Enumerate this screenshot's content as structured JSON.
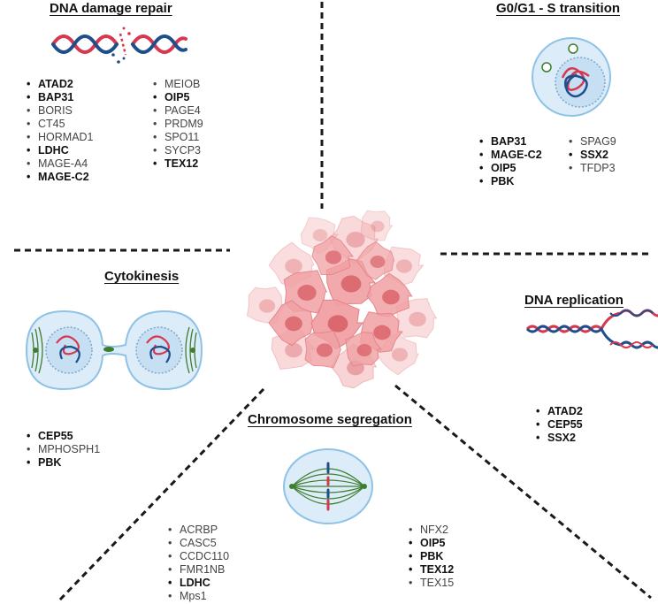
{
  "sections": {
    "dna_damage_repair": {
      "title": "DNA damage repair",
      "genes_col1": [
        {
          "name": "ATAD2",
          "bold": true
        },
        {
          "name": "BAP31",
          "bold": true
        },
        {
          "name": "BORIS",
          "bold": false
        },
        {
          "name": "CT45",
          "bold": false
        },
        {
          "name": "HORMAD1",
          "bold": false
        },
        {
          "name": "LDHC",
          "bold": true
        },
        {
          "name": "MAGE-A4",
          "bold": false
        },
        {
          "name": "MAGE-C2",
          "bold": true
        }
      ],
      "genes_col2": [
        {
          "name": "MEIOB",
          "bold": false
        },
        {
          "name": "OIP5",
          "bold": true
        },
        {
          "name": "PAGE4",
          "bold": false
        },
        {
          "name": "PRDM9",
          "bold": false
        },
        {
          "name": "SPO11",
          "bold": false
        },
        {
          "name": "SYCP3",
          "bold": false
        },
        {
          "name": "TEX12",
          "bold": true
        }
      ]
    },
    "g0g1_s_transition": {
      "title": "G0/G1 - S transition",
      "genes_col1": [
        {
          "name": "BAP31",
          "bold": true
        },
        {
          "name": "MAGE-C2",
          "bold": true
        },
        {
          "name": "OIP5",
          "bold": true
        },
        {
          "name": "PBK",
          "bold": true
        }
      ],
      "genes_col2": [
        {
          "name": "SPAG9",
          "bold": false
        },
        {
          "name": "SSX2",
          "bold": true
        },
        {
          "name": "TFDP3",
          "bold": false
        }
      ]
    },
    "cytokinesis": {
      "title": "Cytokinesis",
      "genes": [
        {
          "name": "CEP55",
          "bold": true
        },
        {
          "name": "MPHOSPH1",
          "bold": false
        },
        {
          "name": "PBK",
          "bold": true
        }
      ]
    },
    "dna_replication": {
      "title": "DNA replication",
      "genes": [
        {
          "name": "ATAD2",
          "bold": true
        },
        {
          "name": "CEP55",
          "bold": true
        },
        {
          "name": "SSX2",
          "bold": true
        }
      ]
    },
    "chromosome_segregation": {
      "title": "Chromosome segregation",
      "genes_col1": [
        {
          "name": "ACRBP",
          "bold": false
        },
        {
          "name": "CASC5",
          "bold": false
        },
        {
          "name": "CCDC110",
          "bold": false
        },
        {
          "name": "FMR1NB",
          "bold": false
        },
        {
          "name": "LDHC",
          "bold": true
        },
        {
          "name": "Mps1",
          "bold": false
        }
      ],
      "genes_col2": [
        {
          "name": "NFX2",
          "bold": false
        },
        {
          "name": "OIP5",
          "bold": true
        },
        {
          "name": "PBK",
          "bold": true
        },
        {
          "name": "TEX12",
          "bold": true
        },
        {
          "name": "TEX15",
          "bold": false
        }
      ]
    }
  },
  "colors": {
    "strand_red": "#d8384f",
    "strand_blue": "#1f4e8c",
    "cell_fill": "#dcecf8",
    "cell_stroke": "#8ec3e6",
    "spindle_green": "#3e7d2e",
    "tumor_pink": "#e98a8e",
    "divider": "#1a1a1a"
  },
  "icons": {
    "dna_damage": "broken-dna-helix-icon",
    "nucleus": "cell-nucleus-icon",
    "dividing_cell": "dividing-cell-icon",
    "replication_fork": "replication-fork-icon",
    "mitotic_spindle": "mitotic-spindle-icon",
    "tumor": "tumor-cell-cluster-icon"
  }
}
